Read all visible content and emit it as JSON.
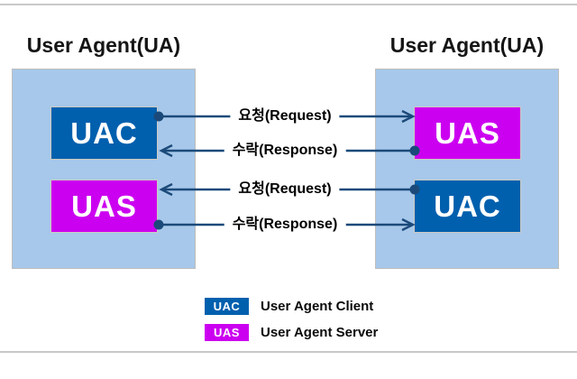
{
  "titles": {
    "left": "User Agent(UA)",
    "right": "User Agent(UA)"
  },
  "panels": {
    "left": {
      "top_box": "UAC",
      "bottom_box": "UAS"
    },
    "right": {
      "top_box": "UAS",
      "bottom_box": "UAC"
    }
  },
  "connectors": [
    {
      "label": "요청(Request)",
      "from": "left-uac",
      "to": "right-uas",
      "direction": "left-to-right"
    },
    {
      "label": "수락(Response)",
      "from": "right-uas",
      "to": "left-uac",
      "direction": "right-to-left"
    },
    {
      "label": "요청(Request)",
      "from": "right-uac",
      "to": "left-uas",
      "direction": "right-to-left"
    },
    {
      "label": "수락(Response)",
      "from": "left-uas",
      "to": "right-uac",
      "direction": "left-to-right"
    }
  ],
  "legend": {
    "items": [
      {
        "chip": "UAC",
        "label": "User Agent Client"
      },
      {
        "chip": "UAS",
        "label": "User Agent Server"
      }
    ]
  },
  "colors": {
    "uac_blue": "#0060AE",
    "uas_magenta": "#CC00F0",
    "panel_light_blue": "#A7C8EA",
    "connector_navy": "#1B4A7A",
    "divider_gray": "#C9C9C9",
    "title_black": "#151515"
  }
}
